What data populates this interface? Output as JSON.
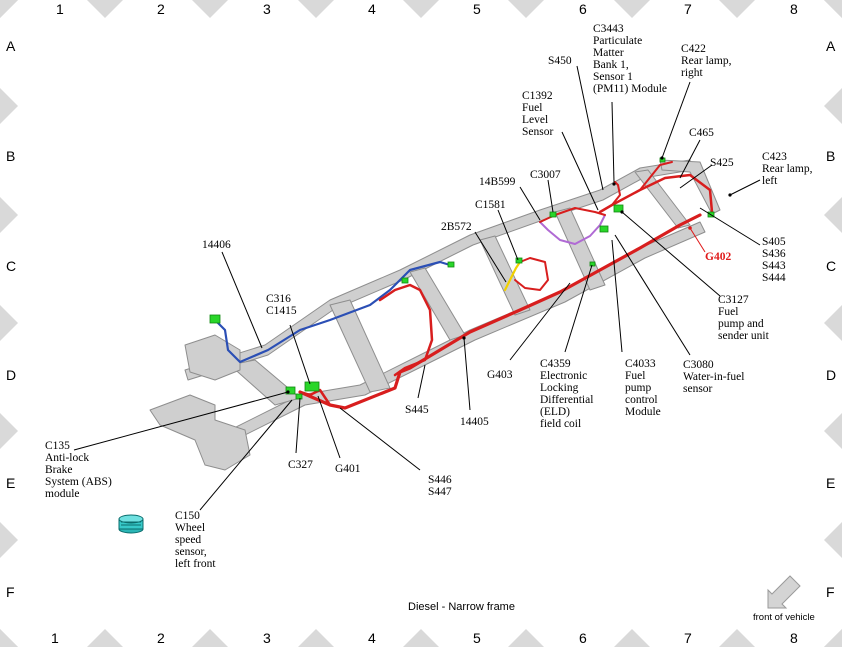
{
  "grid": {
    "columns": [
      "1",
      "2",
      "3",
      "4",
      "5",
      "6",
      "7",
      "8"
    ],
    "rows": [
      "A",
      "B",
      "C",
      "D",
      "E",
      "F"
    ]
  },
  "caption": "Diesel - Narrow frame",
  "front_label": "front of vehicle",
  "colors": {
    "frame": "#bdbdbd",
    "harness_main": "#d81e1e",
    "harness_blue": "#2b4fb5",
    "harness_purple": "#b06ad4",
    "harness_yellow": "#f2d100",
    "connector": "#29d629",
    "highlight_label": "#e01b1b",
    "marker_diamond": "#d9d9d9"
  },
  "labels": {
    "c3443": [
      "C3443",
      "Particulate",
      "Matter",
      "Bank 1,",
      "Sensor 1",
      "(PM11) Module"
    ],
    "c422": [
      "C422",
      "Rear lamp,",
      "right"
    ],
    "s450": [
      "S450"
    ],
    "c1392": [
      "C1392",
      "Fuel",
      "Level",
      "Sensor"
    ],
    "c465": [
      "C465"
    ],
    "s425": [
      "S425"
    ],
    "c423": [
      "C423",
      "Rear lamp,",
      "left"
    ],
    "b14b599": [
      "14B599"
    ],
    "c3007": [
      "C3007"
    ],
    "c1581": [
      "C1581"
    ],
    "b2b572": [
      "2B572"
    ],
    "s405": [
      "S405",
      "S436",
      "S443",
      "S444"
    ],
    "g402": [
      "G402"
    ],
    "b14406": [
      "14406"
    ],
    "c316": [
      "C316",
      "C1415"
    ],
    "c3127": [
      "C3127",
      "Fuel",
      "pump and",
      "sender unit"
    ],
    "c3080": [
      "C3080",
      "Water-in-fuel",
      "sensor"
    ],
    "c4033": [
      "C4033",
      "Fuel",
      "pump",
      "control",
      "Module"
    ],
    "c4359": [
      "C4359",
      "Electronic",
      "Locking",
      "Differential",
      "(ELD)",
      "field coil"
    ],
    "g403": [
      "G403"
    ],
    "s445": [
      "S445"
    ],
    "b14405": [
      "14405"
    ],
    "c135": [
      "C135",
      "Anti-lock",
      "Brake",
      "System (ABS)",
      "module"
    ],
    "c327": [
      "C327"
    ],
    "g401": [
      "G401"
    ],
    "s446": [
      "S446",
      "S447"
    ],
    "c150": [
      "C150",
      "Wheel",
      "speed",
      "sensor,",
      "left front"
    ]
  }
}
